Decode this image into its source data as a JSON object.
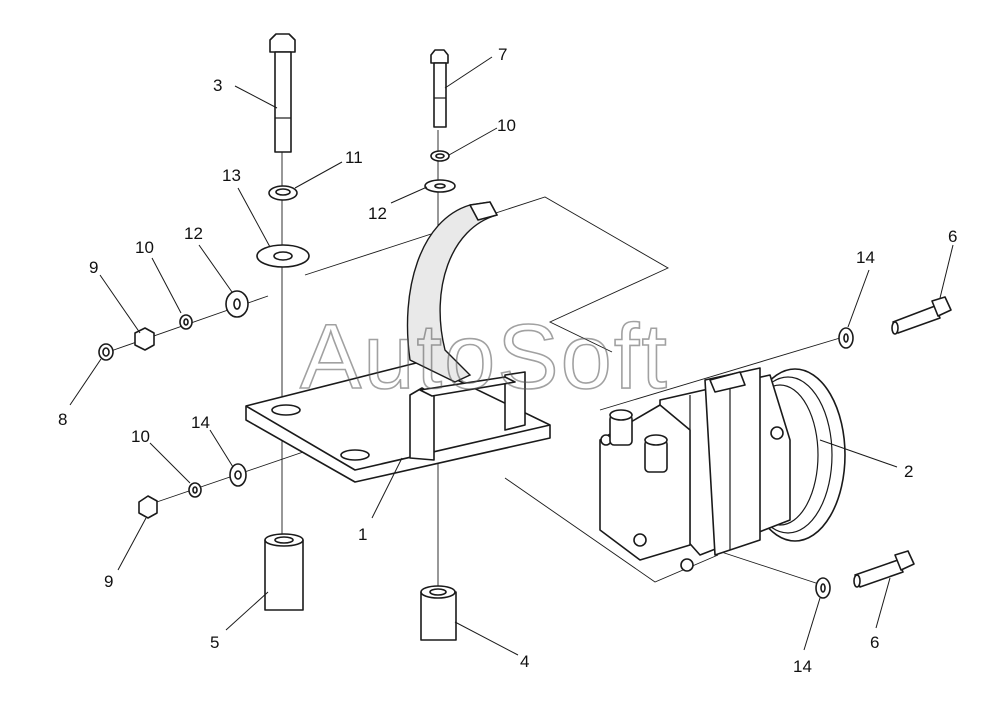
{
  "watermark": "AutoSoft",
  "callouts": {
    "bracket": "1",
    "compressor": "2",
    "long_bolt": "3",
    "short_sleeve": "4",
    "long_sleeve": "5",
    "compressor_bolt_upper": "6",
    "compressor_bolt_lower": "6",
    "bolt_top_right": "7",
    "nut_left_small": "8",
    "nut_left_upper": "9",
    "nut_left_lower": "9",
    "spring_washer_top": "10",
    "spring_washer_left_upper": "10",
    "spring_washer_left_lower": "10",
    "spring_washer_bolt3": "11",
    "flat_washer_top": "12",
    "flat_washer_left": "12",
    "large_washer": "13",
    "washer_right_upper": "14",
    "washer_right_lower": "14",
    "washer_left_lower": "14"
  }
}
